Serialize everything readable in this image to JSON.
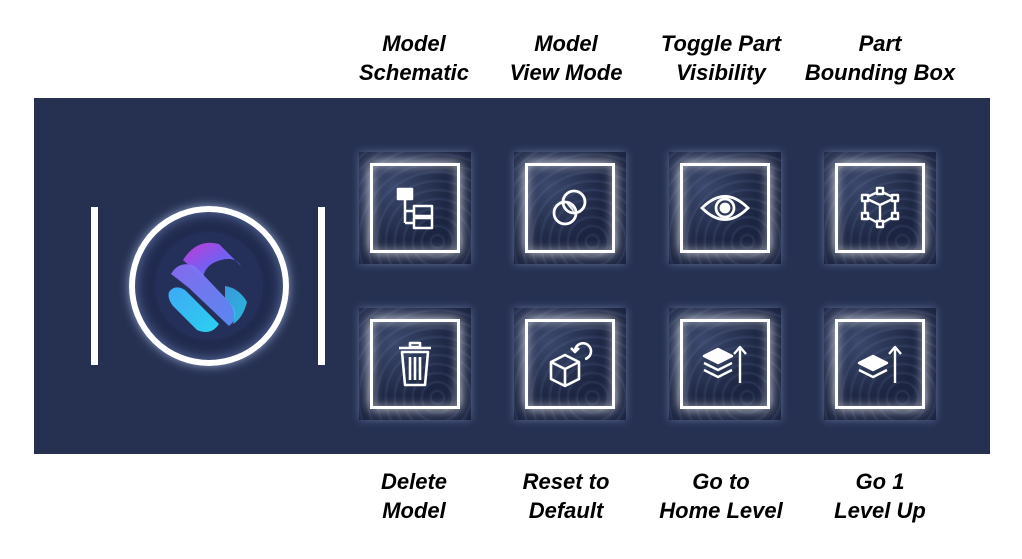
{
  "colors": {
    "panel_background": "#263152",
    "icon_stroke": "#ffffff",
    "caption_text": "#000000"
  },
  "logo": {
    "icon": "stylized-s-logo-icon"
  },
  "top_buttons": [
    {
      "label_line1": "Model",
      "label_line2": "Schematic",
      "icon": "schematic-tree-icon"
    },
    {
      "label_line1": "Model",
      "label_line2": "View Mode",
      "icon": "overlapping-circles-icon"
    },
    {
      "label_line1": "Toggle Part",
      "label_line2": "Visibility",
      "icon": "eye-icon"
    },
    {
      "label_line1": "Part",
      "label_line2": "Bounding Box",
      "icon": "bounding-box-cube-icon"
    }
  ],
  "bottom_buttons": [
    {
      "label_line1": "Delete",
      "label_line2": "Model",
      "icon": "trash-can-icon"
    },
    {
      "label_line1": "Reset to",
      "label_line2": "Default",
      "icon": "cube-reset-icon"
    },
    {
      "label_line1": "Go to",
      "label_line2": "Home Level",
      "icon": "layers-home-up-icon"
    },
    {
      "label_line1": "Go 1",
      "label_line2": "Level Up",
      "icon": "layers-up-icon"
    }
  ]
}
